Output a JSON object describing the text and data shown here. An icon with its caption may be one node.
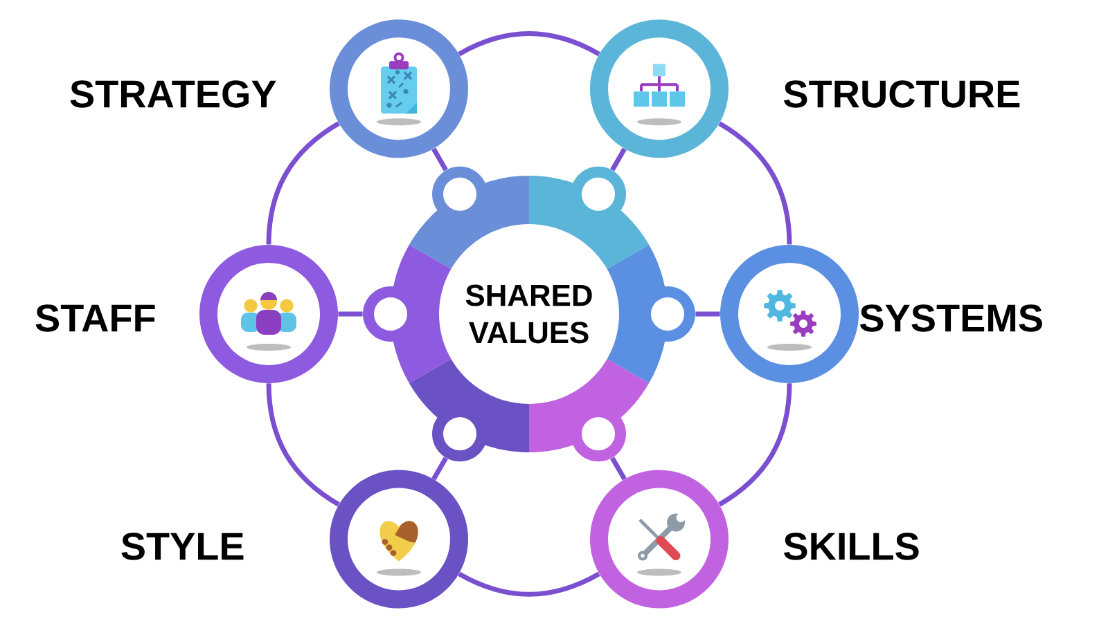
{
  "diagram": {
    "nodes": [
      {
        "text": [],
        "shape": "circle",
        "beside": [
          "STRATEGY"
        ]
      },
      {
        "text": [],
        "shape": "circle",
        "beside": [
          "STRUCTURE"
        ]
      },
      {
        "text": [],
        "shape": "circle",
        "beside": [
          "STAFF"
        ]
      },
      {
        "text": [
          "SHARED VALUES"
        ]
      },
      {
        "text": [],
        "shape": "circle",
        "beside": [
          "SYSTEMS"
        ]
      },
      {
        "text": [],
        "shape": "circle",
        "beside": [
          "STYLE"
        ]
      },
      {
        "text": [],
        "shape": "circle",
        "beside": [
          "SKILLS"
        ]
      }
    ],
    "edges": [
      {
        "from": 0,
        "to": 1,
        "arrow": "none"
      },
      {
        "from": 1,
        "to": 4,
        "arrow": "none"
      },
      {
        "from": 4,
        "to": 6,
        "arrow": "none"
      },
      {
        "from": 6,
        "to": 5,
        "arrow": "none"
      },
      {
        "from": 5,
        "to": 2,
        "arrow": "none"
      },
      {
        "from": 2,
        "to": 0,
        "arrow": "none"
      },
      {
        "from": 3,
        "to": 0,
        "arrow": "none"
      },
      {
        "from": 3,
        "to": 1,
        "arrow": "none"
      },
      {
        "from": 3,
        "to": 2,
        "arrow": "none"
      },
      {
        "from": 3,
        "to": 4,
        "arrow": "none"
      },
      {
        "from": 3,
        "to": 5,
        "arrow": "none"
      },
      {
        "from": 3,
        "to": 6,
        "arrow": "none"
      }
    ]
  }
}
